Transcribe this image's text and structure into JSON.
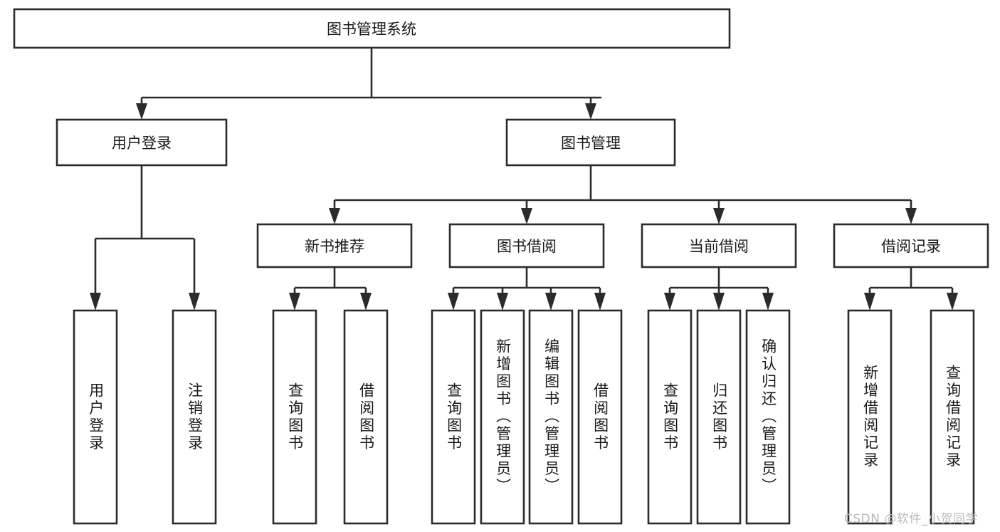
{
  "diagram": {
    "type": "hierarchy-tree",
    "title": "图书管理系统",
    "orientation": "top-down",
    "colors": {
      "box_stroke": "#2b2b2b",
      "box_fill": "#ffffff",
      "connector": "#2b2b2b",
      "text": "#1a1a1a",
      "background": "#ffffff",
      "watermark": "#b9b9b9"
    },
    "root": {
      "label": "图书管理系统"
    },
    "level2": [
      {
        "label": "用户登录"
      },
      {
        "label": "图书管理"
      }
    ],
    "level3": [
      {
        "label": "新书推荐"
      },
      {
        "label": "图书借阅"
      },
      {
        "label": "当前借阅"
      },
      {
        "label": "借阅记录"
      }
    ],
    "leaves": {
      "user_login": [
        {
          "label": "用户登录"
        },
        {
          "label": "注销登录"
        }
      ],
      "new_book_recommend": [
        {
          "label": "查询图书"
        },
        {
          "label": "借阅图书"
        }
      ],
      "book_borrow": [
        {
          "label": "查询图书"
        },
        {
          "label": "新增图书（管理员）"
        },
        {
          "label": "编辑图书（管理员）"
        },
        {
          "label": "借阅图书"
        }
      ],
      "current_borrow": [
        {
          "label": "查询图书"
        },
        {
          "label": "归还图书"
        },
        {
          "label": "确认归还（管理员）"
        }
      ],
      "borrow_record": [
        {
          "label": "新增借阅记录"
        },
        {
          "label": "查询借阅记录"
        }
      ]
    }
  },
  "watermark": {
    "text": "CSDN @软件_小贺同学"
  }
}
